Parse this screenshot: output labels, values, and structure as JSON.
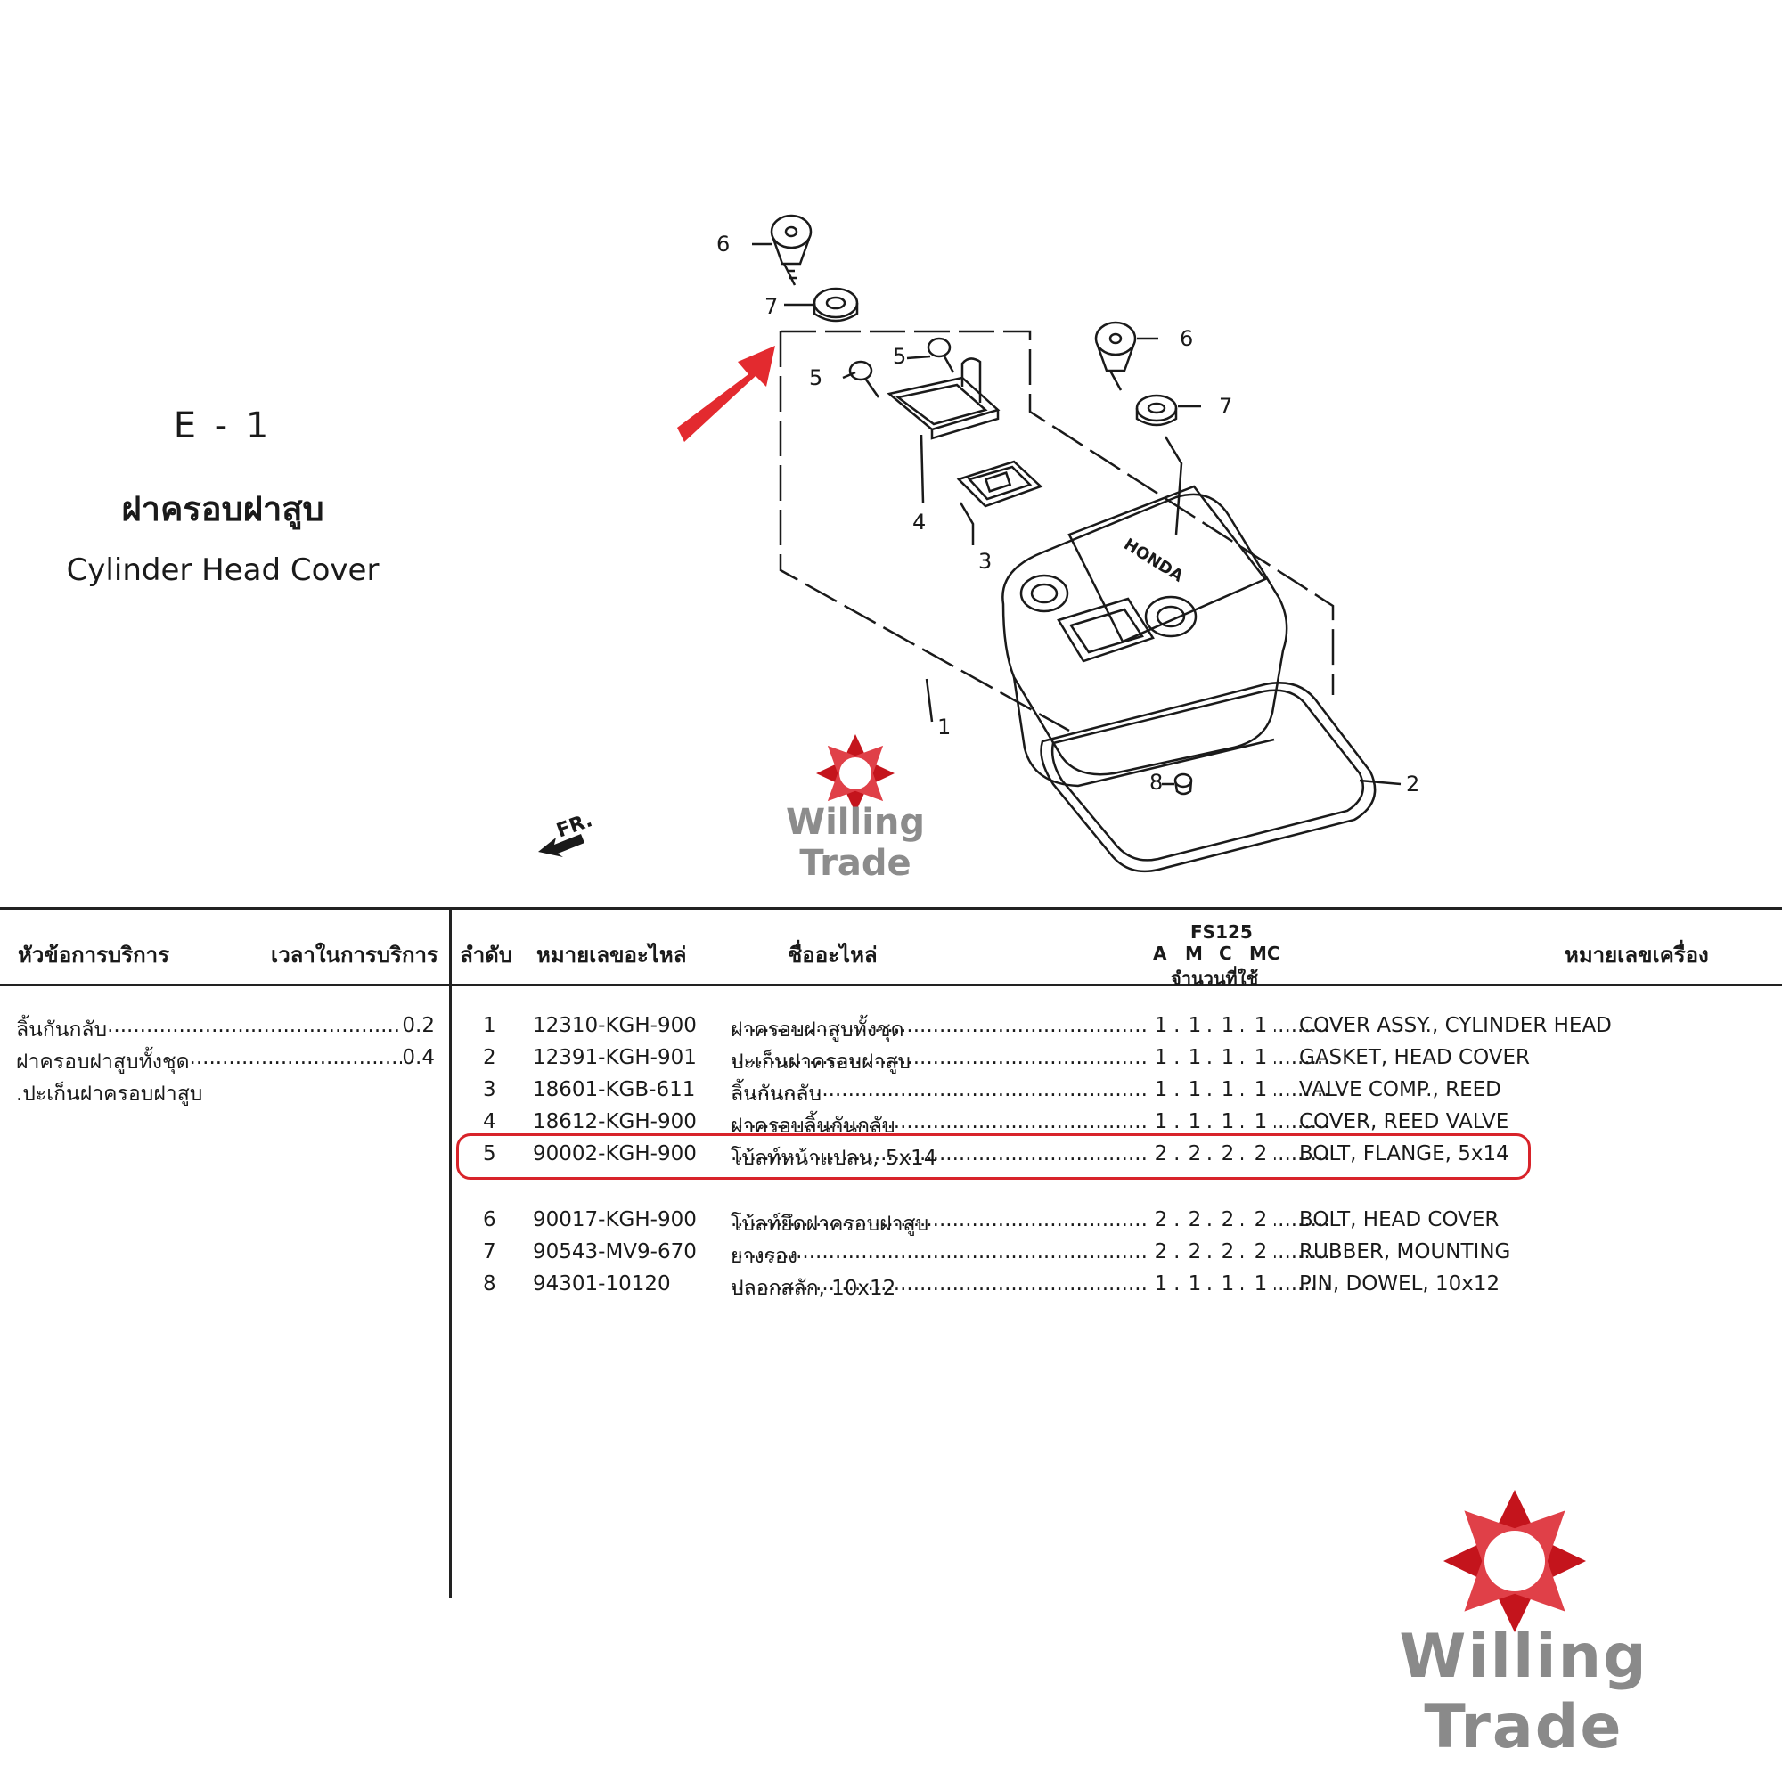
{
  "header": {
    "section_code": "E - 1",
    "title_th": "ฝาครอบฝาสูบ",
    "title_en": "Cylinder Head Cover"
  },
  "diagram": {
    "callouts": [
      "1",
      "2",
      "3",
      "4",
      "5",
      "5",
      "6",
      "6",
      "7",
      "7",
      "8"
    ],
    "front_label": "FR.",
    "brand_text": "HONDA",
    "arrow_color": "#e32a2f"
  },
  "watermark": {
    "text": "Willing Trade",
    "logo_color": "#c4141c"
  },
  "table": {
    "columns": {
      "service_topic": "หัวข้อการบริการ",
      "service_time": "เวลาในการบริการ",
      "seq": "ลำดับ",
      "part_no": "หมายเลขอะไหล่",
      "part_name": "ชื่ออะไหล่",
      "model": "FS125",
      "variants": [
        "A",
        "M",
        "C",
        "MC"
      ],
      "qty_used": "จำนวนที่ใช้",
      "engine_no": "หมายเลขเครื่อง"
    },
    "services": [
      {
        "name": "ลิ้นกันกลับ",
        "time": "0.2"
      },
      {
        "name": "ฝาครอบฝาสูบทั้งชุด",
        "time": "0.4"
      },
      {
        "name": ".ปะเก็นฝาครอบฝาสูบ",
        "time": ""
      }
    ],
    "parts": [
      {
        "no": "1",
        "part": "12310-KGH-900",
        "th": "ฝาครอบฝาสูบทั้งชุด",
        "q": [
          "1",
          "1",
          "1",
          "1"
        ],
        "en": "COVER ASSY., CYLINDER HEAD"
      },
      {
        "no": "2",
        "part": "12391-KGH-901",
        "th": "ปะเก็นฝาครอบฝาสูบ",
        "q": [
          "1",
          "1",
          "1",
          "1"
        ],
        "en": "GASKET, HEAD COVER"
      },
      {
        "no": "3",
        "part": "18601-KGB-611",
        "th": "ลิ้นกันกลับ",
        "q": [
          "1",
          "1",
          "1",
          "1"
        ],
        "en": "VALVE COMP., REED"
      },
      {
        "no": "4",
        "part": "18612-KGH-900",
        "th": "ฝาครอบลิ้นกันกลับ",
        "q": [
          "1",
          "1",
          "1",
          "1"
        ],
        "en": "COVER, REED VALVE"
      },
      {
        "no": "5",
        "part": "90002-KGH-900",
        "th": "โบ้ลท์หน้าแปลน, 5x14",
        "q": [
          "2",
          "2",
          "2",
          "2"
        ],
        "en": "BOLT, FLANGE, 5x14"
      },
      {
        "no": "6",
        "part": "90017-KGH-900",
        "th": "โบ้ลท์ยึดฝาครอบฝาสูบ",
        "q": [
          "2",
          "2",
          "2",
          "2"
        ],
        "en": "BOLT, HEAD COVER"
      },
      {
        "no": "7",
        "part": "90543-MV9-670",
        "th": "ยางรอง",
        "q": [
          "2",
          "2",
          "2",
          "2"
        ],
        "en": "RUBBER, MOUNTING"
      },
      {
        "no": "8",
        "part": "94301-10120",
        "th": "ปลอกสลัก, 10x12",
        "q": [
          "1",
          "1",
          "1",
          "1"
        ],
        "en": "PIN, DOWEL, 10x12"
      }
    ],
    "highlight_color": "#d8232a"
  }
}
